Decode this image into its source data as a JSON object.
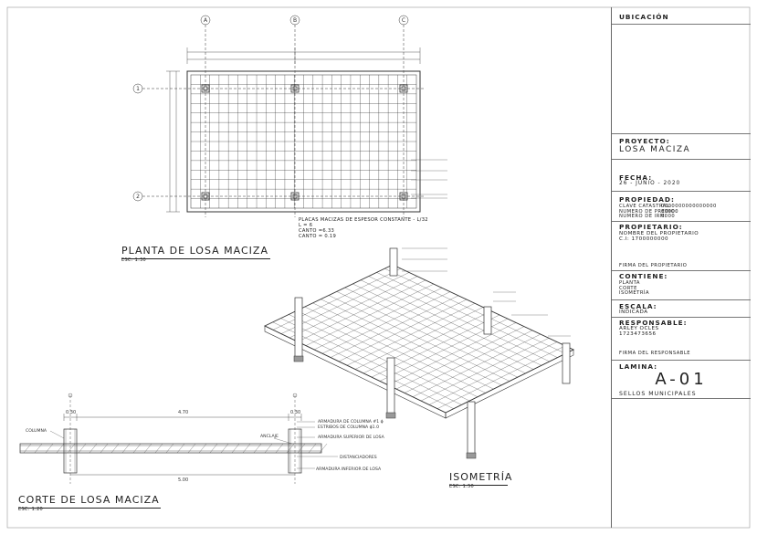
{
  "title_block": {
    "ubicacion": "UBICACIÓN",
    "proyecto_label": "PROYECTO:",
    "proyecto": "LOSA MACIZA",
    "fecha_label": "FECHA:",
    "fecha": "26 - JUNIO - 2020",
    "propiedad_label": "PROPIEDAD:",
    "propiedad_lines": [
      "CLAVE CATASTRAL:",
      "NUMERO DE PREDIO:",
      "NUMERO DE IRM:"
    ],
    "propiedad_values": [
      "0000000000000000",
      "00000",
      "0000"
    ],
    "propietario_label": "PROPIETARIO:",
    "propietario_name": "NOMBRE DEL PROPIETARIO",
    "propietario_ci": "C.I: 1700000000",
    "firma_propietario": "FIRMA DEL PROPIETARIO",
    "contiene_label": "CONTIENE:",
    "contiene": [
      "PLANTA",
      "CORTE",
      "ISOMETRÍA"
    ],
    "escala_label": "ESCALA:",
    "escala": "INDICADA",
    "responsable_label": "RESPONSABLE:",
    "responsable_name": "ARLEY OCLES",
    "responsable_id": "1723473656",
    "firma_responsable": "FIRMA DEL RESPONSABLE",
    "lamina_label": "LAMINA:",
    "lamina": "A-01",
    "sellos": "SELLOS MUNICIPALES"
  },
  "plan": {
    "title": "PLANTA DE LOSA MACIZA",
    "scale": "ESC: 1:30",
    "axes_x": [
      "A",
      "B",
      "C"
    ],
    "axes_y": [
      "1",
      "2"
    ],
    "notes": [
      "PLACAS MACIZAS DE ESPESOR CONSTANTE - L/32",
      "L = 6",
      "CANTO =6.33",
      "CANTO = 0.19"
    ]
  },
  "section": {
    "title": "CORTE DE LOSA MACIZA",
    "scale": "ESC: 1:20",
    "dims": [
      "0.30",
      "4.70",
      "0.30",
      "5.00"
    ],
    "labels": [
      "ARMADURA DE COLUMNA #1 ϕ",
      "ESTRIBOS DE COLUMNA ϕ1.0",
      "ARMADURA SUPERIOR DE LOSA",
      "DISTANCIADORES",
      "ARMADURA INFERIOR DE LOSA",
      "COLUMNA",
      "ANCLAJE"
    ]
  },
  "iso": {
    "title": "ISOMETRÍA",
    "scale": "ESC: 1:50"
  }
}
